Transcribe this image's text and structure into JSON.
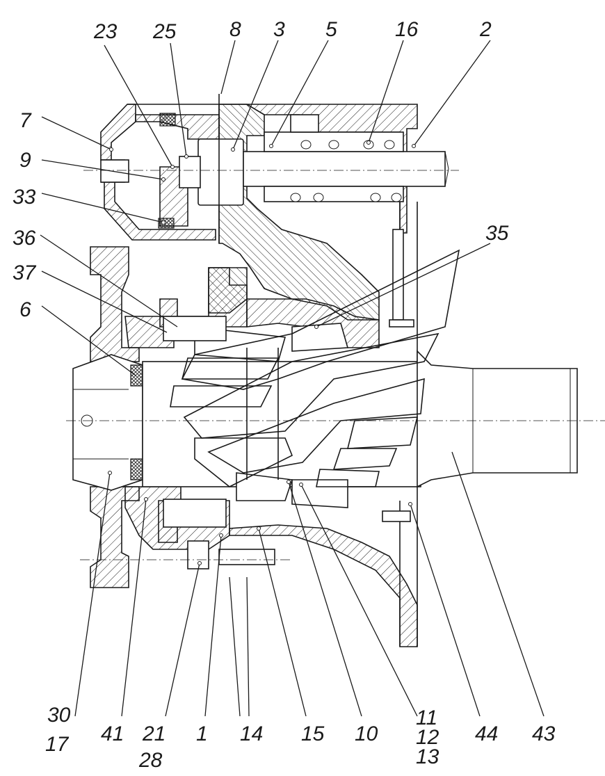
{
  "labels": {
    "l7": "7",
    "l9": "9",
    "l33": "33",
    "l36": "36",
    "l37": "37",
    "l6": "6",
    "l23": "23",
    "l25": "25",
    "l8": "8",
    "l3": "3",
    "l5": "5",
    "l16": "16",
    "l2": "2",
    "l35": "35",
    "l30": "30",
    "l17": "17",
    "l41": "41",
    "l21": "21",
    "l28": "28",
    "l1": "1",
    "l14": "14",
    "l15": "15",
    "l10": "10",
    "l11": "11",
    "l12": "12",
    "l13": "13",
    "l44": "44",
    "l43": "43"
  }
}
